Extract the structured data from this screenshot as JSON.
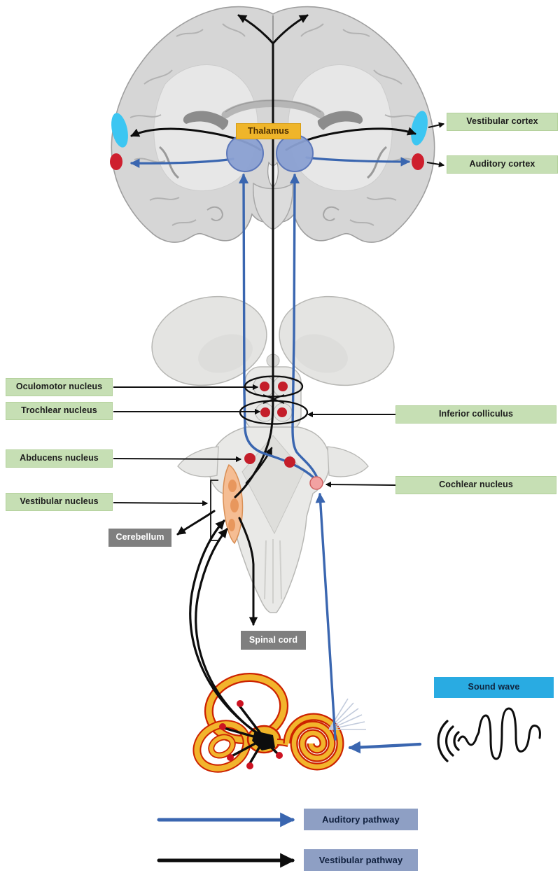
{
  "labels": {
    "thalamus": "Thalamus",
    "vestibular_cortex": "Vestibular cortex",
    "auditory_cortex": "Auditory cortex",
    "oculomotor_nucleus": "Oculomotor nucleus",
    "trochlear_nucleus": "Trochlear nucleus",
    "abducens_nucleus": "Abducens nucleus",
    "vestibular_nucleus": "Vestibular nucleus",
    "inferior_colliculus": "Inferior colliculus",
    "cochlear_nucleus": "Cochlear nucleus",
    "cerebellum": "Cerebellum",
    "spinal_cord": "Spinal cord",
    "sound_wave": "Sound wave"
  },
  "legend": {
    "auditory": {
      "label": "Auditory pathway",
      "color": "#3a66b0"
    },
    "vestibular": {
      "label": "Vestibular pathway",
      "color": "#000000"
    }
  },
  "icons": {
    "sound_wave": "sound-wave-icon",
    "inner_ear": "inner-ear-icon"
  },
  "colors": {
    "label_green_bg": "#c6dfb4",
    "label_gray_bg": "#7f7f7f",
    "label_blue_bg": "#29abe2",
    "legend_box_bg": "#8e9fc4",
    "thalamus_bg": "#efb52a",
    "auditory_pathway": "#3a66b0",
    "vestibular_pathway": "#000000",
    "vestibular_cortex_region": "#3cc6f2",
    "auditory_cortex_region": "#ce1f2e",
    "nucleus_dot": "#c41e2a",
    "cochlear_nucleus_dot": "#f2a2a2",
    "vestibular_complex": "#f5bd93",
    "inner_ear_fill": "#f0b428",
    "inner_ear_outline": "#cc2200"
  }
}
